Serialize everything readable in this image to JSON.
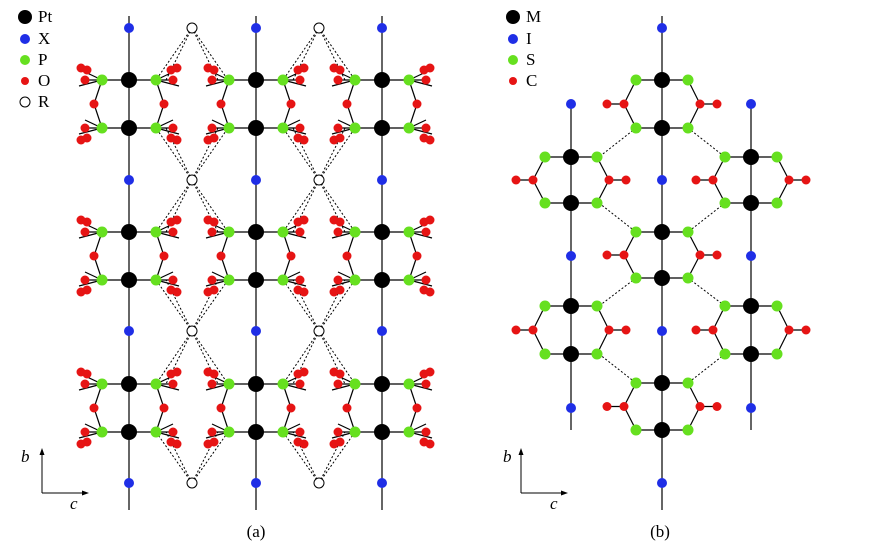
{
  "panel_a": {
    "caption": "(a)",
    "legend": [
      {
        "symbol": "black",
        "label": "Pt"
      },
      {
        "symbol": "blue",
        "label": "X"
      },
      {
        "symbol": "green",
        "label": "P"
      },
      {
        "symbol": "red",
        "label": "O"
      },
      {
        "symbol": "open",
        "label": "R"
      }
    ],
    "axis_b": "b",
    "axis_c": "c"
  },
  "panel_b": {
    "caption": "(b)",
    "legend": [
      {
        "symbol": "black",
        "label": "M"
      },
      {
        "symbol": "blue",
        "label": "I"
      },
      {
        "symbol": "green",
        "label": "S"
      },
      {
        "symbol": "red",
        "label": "C"
      }
    ],
    "axis_b": "b",
    "axis_c": "c"
  },
  "colors": {
    "metal": "#000000",
    "halide": "#1f2ee6",
    "ligand_atom": "#66e01f",
    "oxygen_carbon": "#e61414",
    "open_ring": "#ffffff",
    "bond": "#000000"
  }
}
